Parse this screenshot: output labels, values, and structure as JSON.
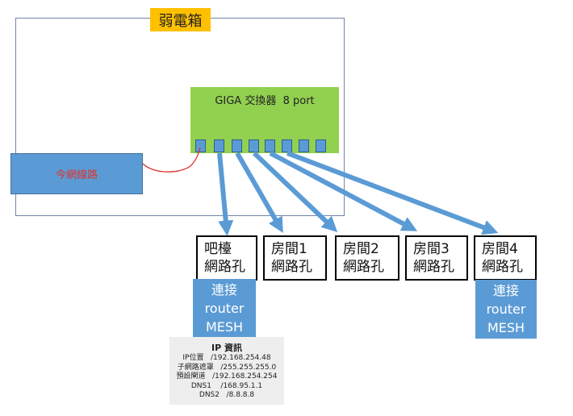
{
  "enclosure": {
    "label": "弱電箱"
  },
  "switch": {
    "label": "GIGA 交換器  8 port",
    "port_count": 8
  },
  "isp": {
    "label": "今網線路"
  },
  "nodes": [
    {
      "line1": "吧檯",
      "line2": "網路孔"
    },
    {
      "line1": "房間1",
      "line2": "網路孔"
    },
    {
      "line1": "房間2",
      "line2": "網路孔"
    },
    {
      "line1": "房間3",
      "line2": "網路孔"
    },
    {
      "line1": "房間4",
      "line2": "網路孔"
    }
  ],
  "mesh_left": {
    "line1": "連接",
    "line2": "router",
    "line3": "MESH"
  },
  "mesh_right": {
    "line1": "連接",
    "line2": "router",
    "line3": "MESH"
  },
  "ip_info": {
    "title": "IP 資訊",
    "lines": [
      "IP位置   /192.168.254.48",
      "子網路遮罩   /255.255.255.0",
      "預設閘道   /192.168.254.254",
      "DNS1    /168.95.1.1",
      "DNS2   /8.8.8.8"
    ]
  },
  "colors": {
    "arrow": "#5b9bd5",
    "switch": "#92d050",
    "label_bg": "#ffc000",
    "isp_cable": "#e0312b"
  }
}
